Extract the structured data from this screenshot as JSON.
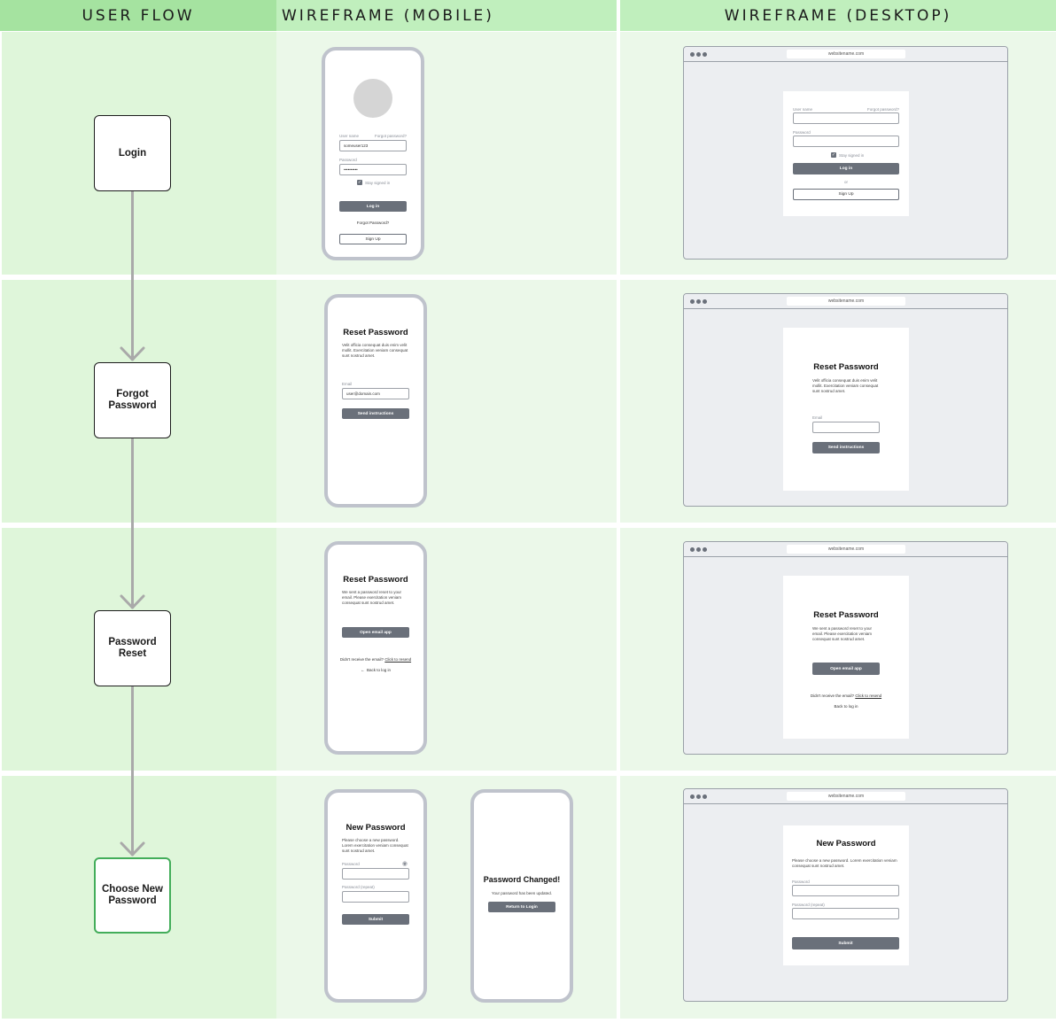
{
  "headers": {
    "user_flow": "USER FLOW",
    "mobile": "WIREFRAME (MOBILE)",
    "desktop": "WIREFRAME (DESKTOP)"
  },
  "flow": {
    "nodes": [
      "Login",
      "Forgot\nPassword",
      "Password\nReset",
      "Choose New\nPassword"
    ]
  },
  "login": {
    "username_label": "User name",
    "forgot_small": "Forgot password?",
    "username_value": "someuser123",
    "password_label": "Password",
    "password_value": "••••••••••",
    "stay_signed_in": "Stay signed in",
    "login_button": "Log in",
    "forgot_password_link": "Forgot Password?",
    "signup_button": "Sign Up",
    "or_text": "or"
  },
  "reset": {
    "title": "Reset Password",
    "description": "Velit officia consequat duis enim velit mollit. Exercitation veniam consequat sunt nostrud amet.",
    "email_label": "Email",
    "email_value": "user@domain.com",
    "send_button": "Send instructions"
  },
  "sent": {
    "title": "Reset Password",
    "description": "We sent a password reset to your email. Please exercitation veniam consequat sunt nostrud amet.",
    "open_email_button": "Open email app",
    "no_email_text": "Didn't receive the email?",
    "click_resend": "Click to resend",
    "back_to_login": "Back to log in"
  },
  "newpw": {
    "title": "New Password",
    "description": "Please choose a new password. Lorem exercitation veniam consequat sunt nostrud amet.",
    "password_label": "Password",
    "repeat_label": "Password (repeat)",
    "submit_button": "Submit"
  },
  "changed": {
    "title": "Password Changed!",
    "description": "Your password has been updated.",
    "return_button": "Return to Login"
  },
  "browser": {
    "url": "websitename.com"
  },
  "colors": {
    "flow_header": "#a5e3a0",
    "header": "#c0efbd",
    "flow_band": "#dff6da",
    "band": "#ebf8e9",
    "connector": "#a9a9a9",
    "final_node_border": "#43ad5a",
    "button": "#6a707a"
  }
}
